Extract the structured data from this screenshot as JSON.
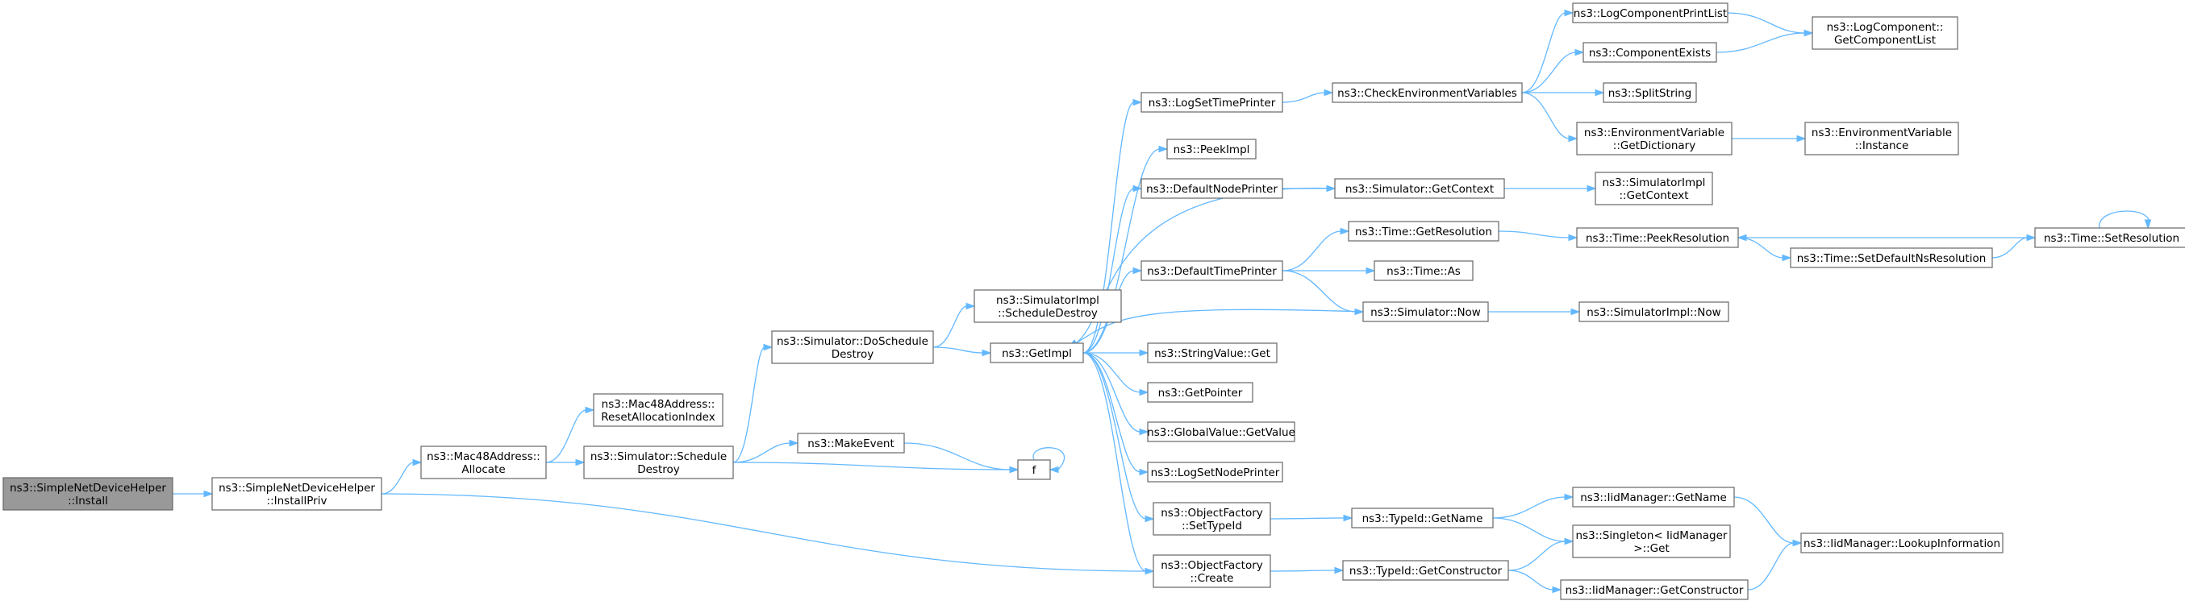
{
  "diagram": {
    "type": "call-graph",
    "colors": {
      "edge": "#63b8ff",
      "node_border": "#666666",
      "root_fill": "#999999",
      "node_fill": "#ffffff"
    },
    "nodes": [
      {
        "id": "n0",
        "lines": [
          "ns3::SimpleNetDeviceHelper",
          "::Install"
        ],
        "root": true
      },
      {
        "id": "n1",
        "lines": [
          "ns3::SimpleNetDeviceHelper",
          "::InstallPriv"
        ]
      },
      {
        "id": "n2",
        "lines": [
          "ns3::Mac48Address::",
          "Allocate"
        ]
      },
      {
        "id": "n3",
        "lines": [
          "ns3::Mac48Address::",
          "ResetAllocationIndex"
        ]
      },
      {
        "id": "n4",
        "lines": [
          "ns3::Simulator::Schedule",
          "Destroy"
        ]
      },
      {
        "id": "n5",
        "lines": [
          "ns3::Simulator::DoSchedule",
          "Destroy"
        ]
      },
      {
        "id": "n6",
        "lines": [
          "ns3::MakeEvent"
        ]
      },
      {
        "id": "n7",
        "lines": [
          "f"
        ]
      },
      {
        "id": "n8",
        "lines": [
          "ns3::SimulatorImpl",
          "::ScheduleDestroy"
        ]
      },
      {
        "id": "n9",
        "lines": [
          "ns3::GetImpl"
        ]
      },
      {
        "id": "n10",
        "lines": [
          "ns3::LogSetTimePrinter"
        ]
      },
      {
        "id": "n11",
        "lines": [
          "ns3::PeekImpl"
        ]
      },
      {
        "id": "n12",
        "lines": [
          "ns3::DefaultNodePrinter"
        ]
      },
      {
        "id": "n13",
        "lines": [
          "ns3::DefaultTimePrinter"
        ]
      },
      {
        "id": "n14",
        "lines": [
          "ns3::StringValue::Get"
        ]
      },
      {
        "id": "n15",
        "lines": [
          "ns3::GetPointer"
        ]
      },
      {
        "id": "n16",
        "lines": [
          "ns3::GlobalValue::GetValue"
        ]
      },
      {
        "id": "n17",
        "lines": [
          "ns3::LogSetNodePrinter"
        ]
      },
      {
        "id": "n18",
        "lines": [
          "ns3::ObjectFactory",
          "::SetTypeId"
        ]
      },
      {
        "id": "n19",
        "lines": [
          "ns3::ObjectFactory",
          "::Create"
        ]
      },
      {
        "id": "n20",
        "lines": [
          "ns3::CheckEnvironmentVariables"
        ]
      },
      {
        "id": "n21",
        "lines": [
          "ns3::Simulator::GetContext"
        ]
      },
      {
        "id": "n22",
        "lines": [
          "ns3::Time::GetResolution"
        ]
      },
      {
        "id": "n23",
        "lines": [
          "ns3::Time::As"
        ]
      },
      {
        "id": "n24",
        "lines": [
          "ns3::Simulator::Now"
        ]
      },
      {
        "id": "n25",
        "lines": [
          "ns3::TypeId::GetName"
        ]
      },
      {
        "id": "n26",
        "lines": [
          "ns3::TypeId::GetConstructor"
        ]
      },
      {
        "id": "n27",
        "lines": [
          "ns3::LogComponentPrintList"
        ]
      },
      {
        "id": "n28",
        "lines": [
          "ns3::ComponentExists"
        ]
      },
      {
        "id": "n29",
        "lines": [
          "ns3::SplitString"
        ]
      },
      {
        "id": "n30",
        "lines": [
          "ns3::EnvironmentVariable",
          "::GetDictionary"
        ]
      },
      {
        "id": "n31",
        "lines": [
          "ns3::SimulatorImpl",
          "::GetContext"
        ]
      },
      {
        "id": "n32",
        "lines": [
          "ns3::Time::PeekResolution"
        ]
      },
      {
        "id": "n33",
        "lines": [
          "ns3::SimulatorImpl::Now"
        ]
      },
      {
        "id": "n34",
        "lines": [
          "ns3::IidManager::GetName"
        ]
      },
      {
        "id": "n35",
        "lines": [
          "ns3::Singleton< IidManager",
          ">::Get"
        ]
      },
      {
        "id": "n36",
        "lines": [
          "ns3::IidManager::GetConstructor"
        ]
      },
      {
        "id": "n37",
        "lines": [
          "ns3::LogComponent::",
          "GetComponentList"
        ]
      },
      {
        "id": "n38",
        "lines": [
          "ns3::EnvironmentVariable",
          "::Instance"
        ]
      },
      {
        "id": "n39",
        "lines": [
          "ns3::Time::SetDefaultNsResolution"
        ]
      },
      {
        "id": "n40",
        "lines": [
          "ns3::Time::SetResolution"
        ]
      },
      {
        "id": "n41",
        "lines": [
          "ns3::IidManager::LookupInformation"
        ]
      }
    ],
    "edges": [
      [
        "n0",
        "n1"
      ],
      [
        "n1",
        "n2"
      ],
      [
        "n1",
        "n19"
      ],
      [
        "n2",
        "n3"
      ],
      [
        "n2",
        "n4"
      ],
      [
        "n4",
        "n5"
      ],
      [
        "n4",
        "n6"
      ],
      [
        "n4",
        "n7"
      ],
      [
        "n5",
        "n8"
      ],
      [
        "n5",
        "n9"
      ],
      [
        "n6",
        "n7"
      ],
      [
        "n7",
        "n7"
      ],
      [
        "n9",
        "n10"
      ],
      [
        "n9",
        "n11"
      ],
      [
        "n9",
        "n12"
      ],
      [
        "n9",
        "n13"
      ],
      [
        "n9",
        "n14"
      ],
      [
        "n9",
        "n15"
      ],
      [
        "n9",
        "n16"
      ],
      [
        "n9",
        "n17"
      ],
      [
        "n9",
        "n18"
      ],
      [
        "n9",
        "n19"
      ],
      [
        "n10",
        "n20"
      ],
      [
        "n12",
        "n21"
      ],
      [
        "n21",
        "n9"
      ],
      [
        "n21",
        "n31"
      ],
      [
        "n13",
        "n22"
      ],
      [
        "n13",
        "n23"
      ],
      [
        "n13",
        "n24"
      ],
      [
        "n24",
        "n9"
      ],
      [
        "n24",
        "n33"
      ],
      [
        "n20",
        "n27"
      ],
      [
        "n20",
        "n28"
      ],
      [
        "n20",
        "n29"
      ],
      [
        "n20",
        "n30"
      ],
      [
        "n27",
        "n37"
      ],
      [
        "n28",
        "n37"
      ],
      [
        "n30",
        "n38"
      ],
      [
        "n22",
        "n32"
      ],
      [
        "n32",
        "n39"
      ],
      [
        "n39",
        "n40"
      ],
      [
        "n40",
        "n32"
      ],
      [
        "n40",
        "n40"
      ],
      [
        "n18",
        "n25"
      ],
      [
        "n19",
        "n26"
      ],
      [
        "n25",
        "n34"
      ],
      [
        "n25",
        "n35"
      ],
      [
        "n26",
        "n35"
      ],
      [
        "n26",
        "n36"
      ],
      [
        "n34",
        "n41"
      ],
      [
        "n36",
        "n41"
      ]
    ]
  }
}
